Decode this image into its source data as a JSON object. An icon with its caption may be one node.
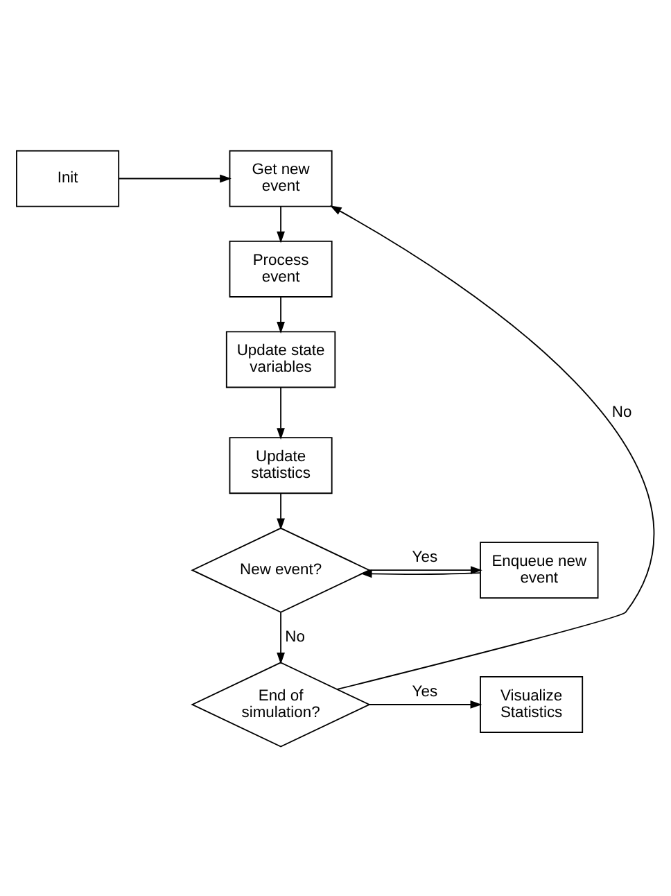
{
  "diagram": {
    "nodes": [
      {
        "text": [
          "Init"
        ]
      },
      {
        "text": [
          "Get new event"
        ]
      },
      {
        "text": [
          "Process event"
        ]
      },
      {
        "text": [
          "Update state variables"
        ]
      },
      {
        "text": [
          "Update statistics"
        ]
      },
      {
        "text": [
          "New event?"
        ]
      },
      {
        "text": [
          "Enqueue new event"
        ]
      },
      {
        "text": [
          "End of simulation?"
        ]
      },
      {
        "text": [
          "Visualize Statistics"
        ]
      }
    ],
    "edges": [
      {
        "from": 0,
        "to": 1,
        "arrow": "to"
      },
      {
        "from": 1,
        "to": 2,
        "arrow": "to"
      },
      {
        "from": 2,
        "to": 3,
        "arrow": "to"
      },
      {
        "from": 3,
        "to": 4,
        "arrow": "to"
      },
      {
        "from": 4,
        "to": 5,
        "arrow": "to"
      },
      {
        "from": 5,
        "to": 6,
        "arrow": "to",
        "label": "Yes"
      },
      {
        "from": 6,
        "to": 5,
        "arrow": "to"
      },
      {
        "from": 5,
        "to": 7,
        "arrow": "to",
        "label": "No"
      },
      {
        "from": 7,
        "to": 8,
        "arrow": "to",
        "label": "Yes"
      },
      {
        "from": 7,
        "to": 1,
        "arrow": "to",
        "label": "No"
      }
    ]
  }
}
